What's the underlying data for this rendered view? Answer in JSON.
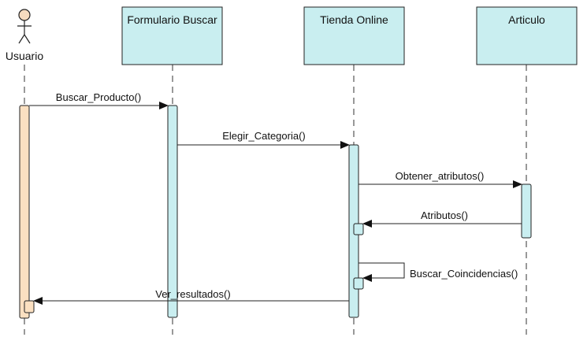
{
  "diagram": {
    "type": "sequence",
    "participants": [
      {
        "id": "usuario",
        "label": "Usuario",
        "kind": "actor"
      },
      {
        "id": "formulario",
        "label": "Formulario Buscar",
        "kind": "object"
      },
      {
        "id": "tienda",
        "label": "Tienda Online",
        "kind": "object"
      },
      {
        "id": "articulo",
        "label": "Articulo",
        "kind": "object"
      }
    ],
    "messages": [
      {
        "label": "Buscar_Producto()",
        "from": "usuario",
        "to": "formulario"
      },
      {
        "label": "Elegir_Categoria()",
        "from": "formulario",
        "to": "tienda"
      },
      {
        "label": "Obtener_atributos()",
        "from": "tienda",
        "to": "articulo"
      },
      {
        "label": "Atributos()",
        "from": "articulo",
        "to": "tienda"
      },
      {
        "label": "Buscar_Coincidencias()",
        "from": "tienda",
        "to": "tienda"
      },
      {
        "label": "Ver_resultados()",
        "from": "tienda",
        "to": "usuario"
      }
    ]
  },
  "colors": {
    "object_fill": "#c9eef0",
    "actor_fill": "#f6dcc0",
    "actor_activation": "#fbe0c1",
    "activation_fill": "#c9eef0",
    "stroke": "#222222",
    "lifeline": "#333333"
  }
}
